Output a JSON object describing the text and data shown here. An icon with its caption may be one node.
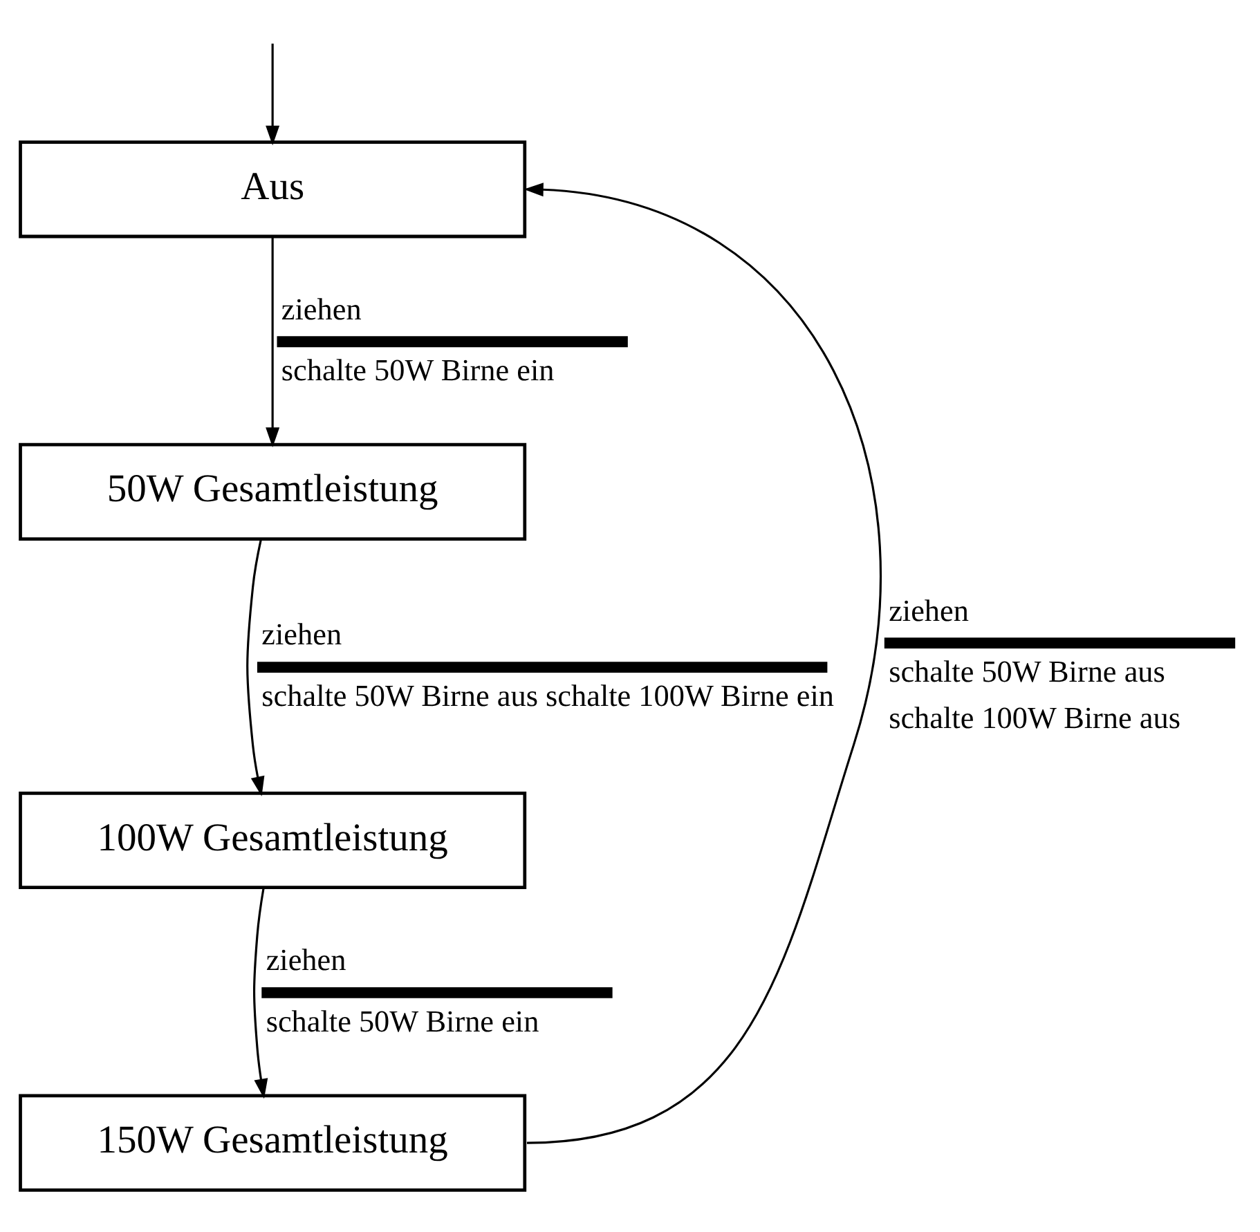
{
  "diagram": {
    "nodes": [
      {
        "text": [
          "Aus"
        ]
      },
      {
        "text": [
          "50W Gesamtleistung"
        ]
      },
      {
        "text": [
          "100W Gesamtleistung"
        ]
      },
      {
        "text": [
          "150W Gesamtleistung"
        ]
      }
    ],
    "edges": [
      {
        "from": null,
        "to": 0,
        "arrow": "to"
      },
      {
        "from": 0,
        "to": 1,
        "arrow": "to",
        "label": "ziehen"
      },
      {
        "from": 1,
        "to": 2,
        "arrow": "to",
        "label": "ziehen"
      },
      {
        "from": 2,
        "to": 3,
        "arrow": "to",
        "label": "ziehen"
      },
      {
        "from": 3,
        "to": 0,
        "arrow": "to",
        "label": "ziehen"
      }
    ],
    "labels": [
      "schalte 50W Birne ein",
      "schalte 50W Birne aus schalte 100W Birne ein",
      "schalte 50W Birne ein",
      "schalte 50W Birne aus",
      "schalte 100W Birne aus"
    ]
  }
}
